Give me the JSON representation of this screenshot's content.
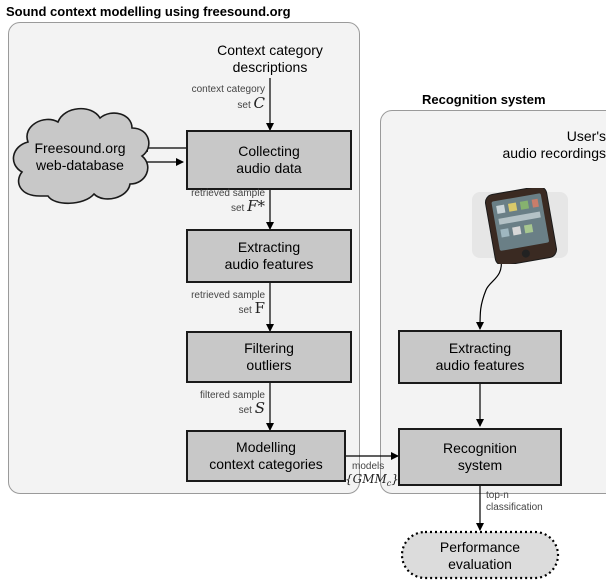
{
  "left_panel": {
    "title": "Sound context modelling using freesound.org",
    "context_desc": "Context category\ndescriptions",
    "label_context_set": "context category",
    "label_set_word": "set",
    "sym_C": "C",
    "cloud_label": "Freesound.org\nweb-database",
    "box_collect": "Collecting\naudio data",
    "label_retrieved_1": "retrieved sample",
    "sym_F_star": "F*",
    "box_extract": "Extracting\naudio features",
    "label_retrieved_2": "retrieved sample",
    "sym_F": "F",
    "box_filter": "Filtering\noutliers",
    "label_filtered": "filtered sample",
    "sym_S": "S",
    "box_model": "Modelling\ncontext categories",
    "label_models": "models",
    "sym_gmm": "{GMM",
    "sym_gmm_sub": "c",
    "sym_gmm_close": "}"
  },
  "right_panel": {
    "title": "Recognition system",
    "users_audio": "User's\naudio recordings",
    "box_extract": "Extracting\naudio features",
    "box_recognition": "Recognition\nsystem",
    "label_topn": "top-n\nclassification",
    "eval_label": "Performance\nevaluation"
  },
  "colors": {
    "box_fill": "#c8c8c8",
    "panel_fill": "#f3f3f3",
    "border": "#1a1a1a"
  },
  "icons": {
    "phone": "smartphone-icon",
    "cloud": "cloud-shape"
  }
}
